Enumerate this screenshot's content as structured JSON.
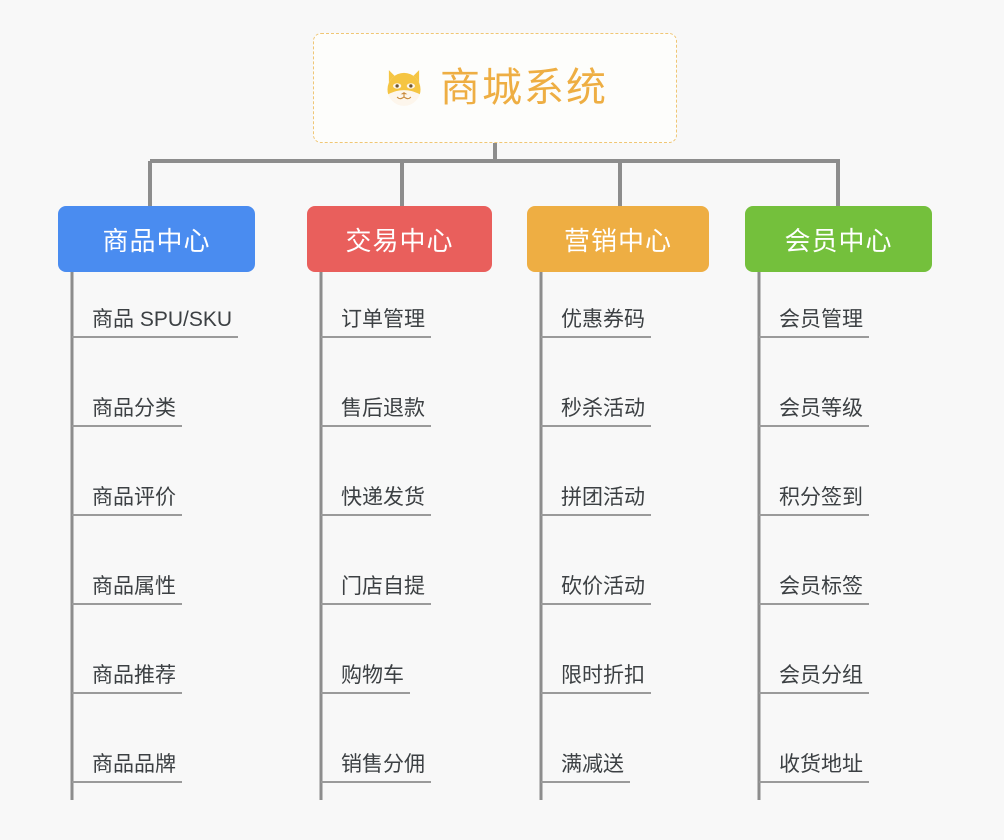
{
  "diagram": {
    "type": "mindmap",
    "background_color": "#f8f8f8",
    "root": {
      "icon": "shiba-dog-face-emoji",
      "title": "商城系统",
      "text_color": "#eeae43",
      "border_color": "#f0c674"
    },
    "branches": [
      {
        "label": "商品中心",
        "color": "#4a8cf0",
        "items": [
          "商品 SPU/SKU",
          "商品分类",
          "商品评价",
          "商品属性",
          "商品推荐",
          "商品品牌"
        ]
      },
      {
        "label": "交易中心",
        "color": "#e95f5c",
        "items": [
          "订单管理",
          "售后退款",
          "快递发货",
          "门店自提",
          "购物车",
          "销售分佣"
        ]
      },
      {
        "label": "营销中心",
        "color": "#eeae43",
        "items": [
          "优惠券码",
          "秒杀活动",
          "拼团活动",
          "砍价活动",
          "限时折扣",
          "满减送"
        ]
      },
      {
        "label": "会员中心",
        "color": "#74c03c",
        "items": [
          "会员管理",
          "会员等级",
          "积分签到",
          "会员标签",
          "会员分组",
          "收货地址"
        ]
      }
    ],
    "connector_color": "#8d8d8d",
    "leaf_underline_color": "#9a9a9a",
    "leaf_text_color": "#3c4043"
  }
}
